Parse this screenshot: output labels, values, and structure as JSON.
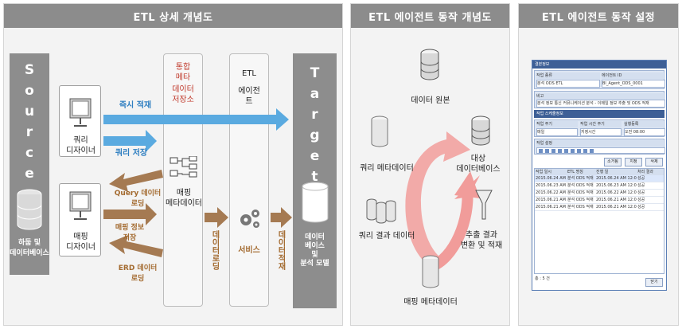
{
  "panel_left": {
    "title": "ETL 상세 개념도",
    "source_letters": [
      "S",
      "o",
      "u",
      "r",
      "c",
      "e"
    ],
    "source_caption": "하둡 및\n데이터베이스",
    "target_letters": [
      "T",
      "a",
      "r",
      "g",
      "e",
      "t"
    ],
    "target_caption": "데이터\n베이스\n및\n분석 모델",
    "query_designer": "쿼리\n디자이너",
    "mapping_designer": "매핑\n디자이너",
    "integrated_meta": "통합\n메타",
    "data_store": "데이터\n저장소",
    "etl": "ETL",
    "agent": "에이전\n트",
    "realtime_load": "즉시 적재",
    "query_save": "쿼리 저장",
    "query_data_load": "Query 데이터\n로딩",
    "mapping_info_save": "매핑 정보\n저장",
    "erd_data_load": "ERD 데이터\n로딩",
    "mapping_metadata": "매핑\n메타데이터",
    "service": "서비스",
    "data_loading": "데이터로딩",
    "data_load": "데이터적재"
  },
  "panel_middle": {
    "title": "ETL 에이전트 동작 개념도",
    "data_source": "데이터 원본",
    "query_metadata": "쿼리 메타데이터",
    "target_db": "대상\n데이터베이스",
    "query_result": "쿼리 결과 데이터",
    "extract_result": "추출 결과\n변환 및 적재",
    "mapping_metadata": "매핑 메타데이터"
  },
  "panel_right": {
    "title": "ETL 에이전트 동작 설정",
    "screenshot": {
      "basic_info": "결본정보",
      "job_name_label": "작업 종류",
      "job_name_value": "분석 ODS ETL",
      "agent_id_label": "에이전트 ID",
      "agent_id_value": "Bl_Agent_ODS_0001",
      "note_label": "비고",
      "note_value": "분석 정보 통신 커뮤니케이션 분석 - 이메일 정보 추출 및 ODS 적재",
      "schedule_info": "작업 스케줄정보",
      "cycle_label": "작업 주기",
      "cycle_value": "매일",
      "time_label": "작업 시간 주기",
      "time_value": "지정시간",
      "start_label": "실행등록",
      "start_value": "오전 08:00",
      "job_setting": "작업 설정",
      "buttons": [
        "소거됨",
        "지정",
        "삭제"
      ],
      "table_headers": [
        "작업 일시",
        "ETL 명칭",
        "진행 일",
        "처리 결과"
      ],
      "rows": [
        [
          "2015.06.24 AM 12:00",
          "분석 ODS 적재",
          "2015.06.24 AM 12:00",
          "성공"
        ],
        [
          "2015.06.23 AM 12:00",
          "분석 ODS 적재",
          "2015.06.23 AM 12:00",
          "성공"
        ],
        [
          "2015.06.22 AM 12:00",
          "분석 ODS 적재",
          "2015.06.22 AM 12:00",
          "성공"
        ],
        [
          "2015.06.21 AM 12:00",
          "분석 ODS 적재",
          "2015.06.21 AM 12:00",
          "성공"
        ],
        [
          "2015.06.21 AM 12:00",
          "분석 ODS 적재",
          "2015.06.21 AM 12:00",
          "성공"
        ]
      ],
      "footer_count": "총 : 5 건",
      "close_button": "닫기"
    }
  },
  "colors": {
    "header": "#8c8c8c",
    "blue_arrow": "#5aaae0",
    "tan_arrow": "#a57a52",
    "cycle": "#f19c9a"
  }
}
